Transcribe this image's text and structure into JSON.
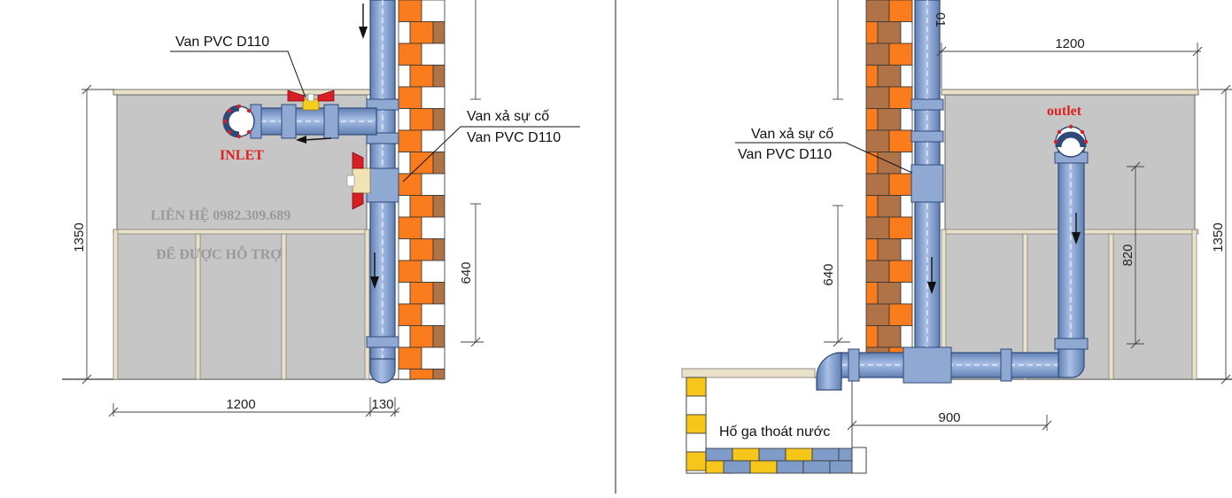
{
  "left_panel": {
    "valve_label": "Van PVC D110",
    "emergency_valve_label_1": "Van xả sự cố",
    "emergency_valve_label_2": "Van PVC D110",
    "inlet_label": "INLET",
    "watermark_line_1": "LIÊN HỆ 0982.309.689",
    "watermark_line_2": "ĐỂ ĐƯỢC HỖ TRỢ",
    "dim_height": "1350",
    "dim_width": "1200",
    "dim_gap": "130",
    "dim_pipe": "640"
  },
  "right_panel": {
    "emergency_valve_label_1": "Van xả sự cố",
    "emergency_valve_label_2": "Van PVC D110",
    "outlet_label": "outlet",
    "drain_pit_label": "Hố ga thoát nước",
    "dim_width": "1200",
    "dim_height": "1350",
    "dim_pipe": "640",
    "dim_inner": "820",
    "dim_offset": "900",
    "pipe_mark": "01"
  },
  "colors": {
    "tank_fill": "#c6c6c6",
    "pipe_fill": "#7f9bc7",
    "pipe_stroke": "#2f4a78",
    "brick_orange": "#fb7c1c",
    "brick_brown": "#b07348",
    "brick_yellow": "#f6c61a",
    "valve_red": "#d91e26",
    "label_red": "#e02020"
  }
}
